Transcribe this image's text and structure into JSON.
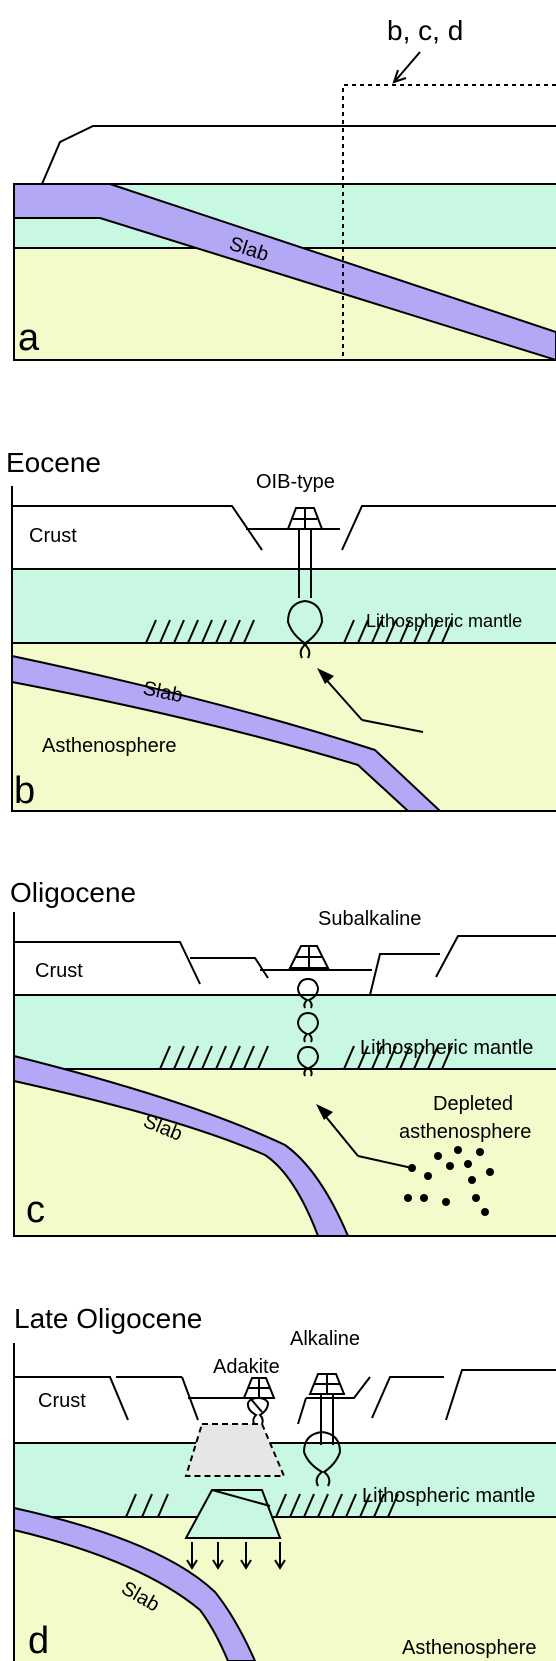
{
  "colors": {
    "lithospheric_mantle": "#c8f7e2",
    "asthenosphere": "#f3fbcb",
    "slab": "#b3a8f5",
    "crust": "#ffffff",
    "outline": "#000000",
    "delaminated_block": "#e6e6e6"
  },
  "panel_a": {
    "callout": "b, c, d",
    "slab_label": "Slab",
    "panel_letter": "a"
  },
  "panel_b": {
    "title": "Eocene",
    "magma_label": "OIB-type",
    "crust_label": "Crust",
    "mantle_label": "Lithospheric mantle",
    "slab_label": "Slab",
    "asthenosphere_label": "Asthenosphere",
    "panel_letter": "b"
  },
  "panel_c": {
    "title": "Oligocene",
    "magma_label": "Subalkaline",
    "crust_label": "Crust",
    "mantle_label": "Lithospheric mantle",
    "depleted_label_line1": "Depleted",
    "depleted_label_line2": "asthenosphere",
    "slab_label": "Slab",
    "panel_letter": "c"
  },
  "panel_d": {
    "title": "Late Oligocene",
    "alkaline_label": "Alkaline",
    "adakite_label": "Adakite",
    "crust_label": "Crust",
    "mantle_label": "Lithospheric mantle",
    "slab_label": "Slab",
    "asthenosphere_label": "Asthenosphere",
    "panel_letter": "d"
  }
}
